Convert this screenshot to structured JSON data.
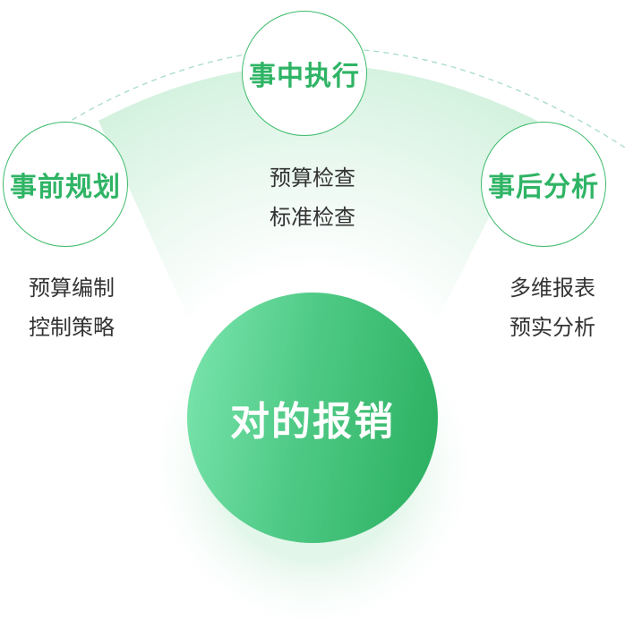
{
  "colors": {
    "accent": "#2fb465",
    "circle_border": "#3dbb6c",
    "center_gradient": [
      "#7ce6ae",
      "#4fca86",
      "#29ae5e"
    ],
    "arc_fill": "#d3f2de",
    "dashed_arc": "#a6dcc3",
    "item_text": "#333333"
  },
  "center": {
    "title": "对的报销"
  },
  "stages": {
    "before": {
      "title": "事前规划",
      "items": [
        "预算编制",
        "控制策略"
      ]
    },
    "during": {
      "title": "事中执行",
      "items": [
        "预算检查",
        "标准检查"
      ]
    },
    "after": {
      "title": "事后分析",
      "items": [
        "多维报表",
        "预实分析"
      ]
    }
  }
}
